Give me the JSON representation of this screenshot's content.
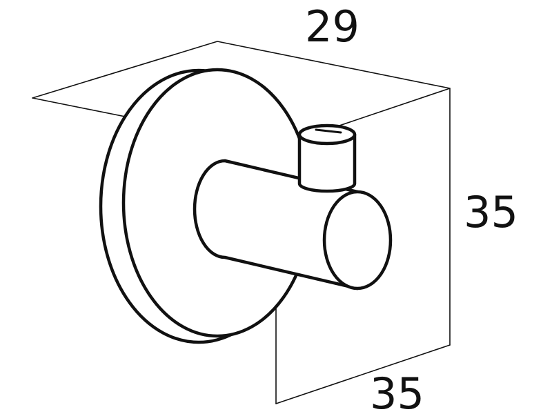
{
  "dimensions": {
    "width": "29",
    "height": "35",
    "depth": "35"
  },
  "colors": {
    "line": "#111111",
    "background": "#ffffff"
  }
}
